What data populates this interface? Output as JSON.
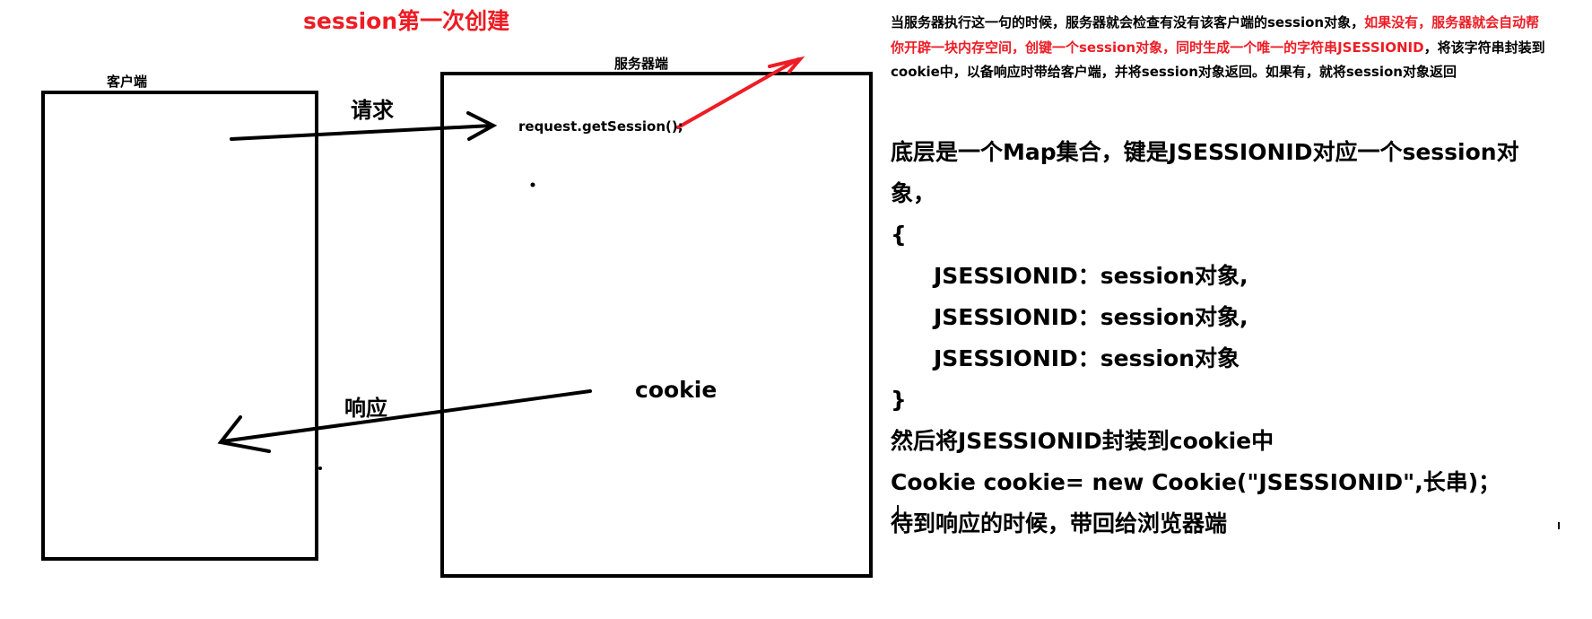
{
  "title": "session第一次创建",
  "client": {
    "label": "客户端"
  },
  "server": {
    "label": "服务器端",
    "call": "request.getSession();",
    "cookie": "cookie"
  },
  "arrows": {
    "request": "请求",
    "response": "响应"
  },
  "note": {
    "part1": "当服务器执行这一句的时候，服务器就会检查有没有该客户端的session对象，",
    "part2_red": "如果没有，服务器就会自动帮你开辟一块内存空间，创键一个session对象，同时生成一个唯一的字符串JSESSIONID",
    "part3": "，将该字符串封装到cookie中，以备响应时带给客户端，并将session对象返回。如果有，就将session对象返回"
  },
  "explanation": {
    "intro": "底层是一个Map集合，键是JSESSIONID对应一个session对象，",
    "open_brace": "{",
    "entries": [
      "JSESSIONID：session对象,",
      "JSESSIONID：session对象,",
      "JSESSIONID：session对象"
    ],
    "close_brace": "}",
    "line1": "然后将JSESSIONID封装到cookie中",
    "line2": "Cookie cookie= new Cookie(\"JSESSIONID\",长串)；",
    "line3": "待到响应的时候，带回给浏览器端"
  },
  "colors": {
    "title": "#ee1c24",
    "note_highlight": "#ee1c24",
    "arrow_red": "#ee1c24",
    "ink": "#000000"
  }
}
